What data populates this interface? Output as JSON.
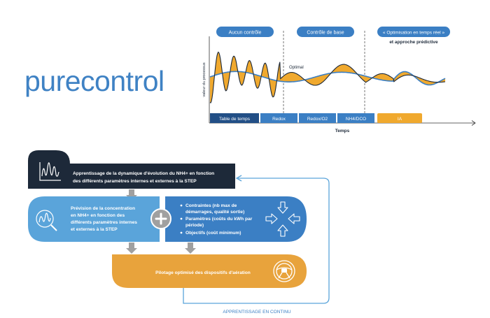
{
  "brand": {
    "logo_text": "purecontrol",
    "color": "#3f82c4"
  },
  "chart": {
    "phases": [
      "Aucun contrôle",
      "Contrôle de base",
      "« Optimisation en temps réel »"
    ],
    "phase_note": "et approche prédictive",
    "optimal_label": "Optimal",
    "ylabel": "valeur du processus",
    "xlabel": "Temps",
    "stages": [
      "Table de temps",
      "Redox",
      "Redox/O2",
      "NH4/DCO",
      "IA"
    ]
  },
  "flow": {
    "step1": {
      "line1": "Apprentissage de la dynamique d'évolution du NH4+ en fonction",
      "line2": "des différents paramètres internes et externes à la STEP"
    },
    "step2": {
      "lines": [
        "Prévision de la concentration",
        "en NH4+ en fonction des",
        "différents paramètres internes",
        "et externes à la STEP"
      ]
    },
    "constraints": [
      {
        "title": "Contraintes (nb max de",
        "rest": "démarrages, qualité sortie)"
      },
      {
        "title": "Paramètres (coûts du kWh par",
        "rest": "période)"
      },
      {
        "title": "Objectifs (coût minimum)",
        "rest": ""
      }
    ],
    "step4": "Pilotage optimisé des dispositifs d'aération",
    "loop_label": "APPRENTISSAGE EN CONTINU"
  },
  "colors": {
    "navy": "#1d2939",
    "blue": "#3b7fc4",
    "light_blue": "#5aa4da",
    "orange": "#e8a33c",
    "grey": "#a0a0a0",
    "deep_blue": "#224f86"
  }
}
